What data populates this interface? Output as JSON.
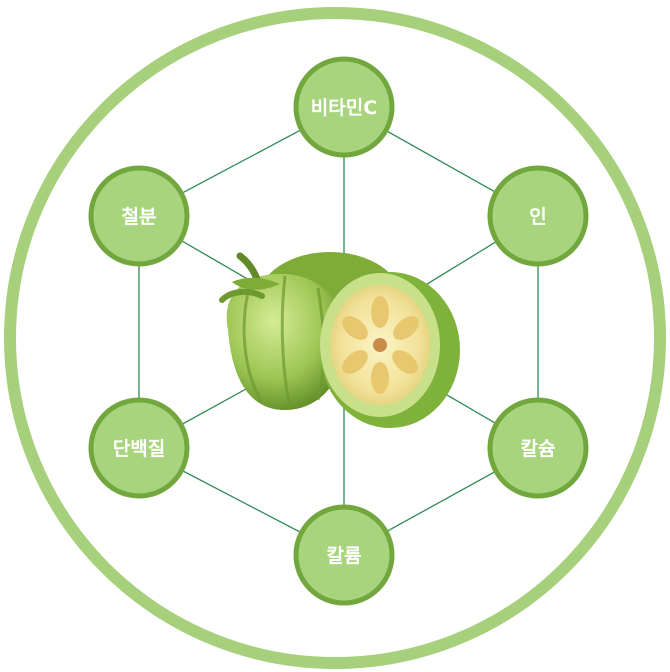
{
  "nutrients": [
    {
      "id": "vitamin-c",
      "label": "비타민C"
    },
    {
      "id": "phosphorus",
      "label": "인"
    },
    {
      "id": "calcium",
      "label": "칼슘"
    },
    {
      "id": "potassium",
      "label": "칼륨"
    },
    {
      "id": "protein",
      "label": "단백질"
    },
    {
      "id": "iron",
      "label": "철분"
    }
  ],
  "colors": {
    "ring": "#a7d07c",
    "node_fill": "#a9d47e",
    "node_stroke": "#72a73e",
    "connector": "#2e8b57",
    "fruit_light": "#c4e07a",
    "fruit_dark": "#6f9a2e",
    "flesh": "#f4e9a6",
    "seed": "#d9b860"
  },
  "center_image": "garcinia-cambogia-fruit"
}
